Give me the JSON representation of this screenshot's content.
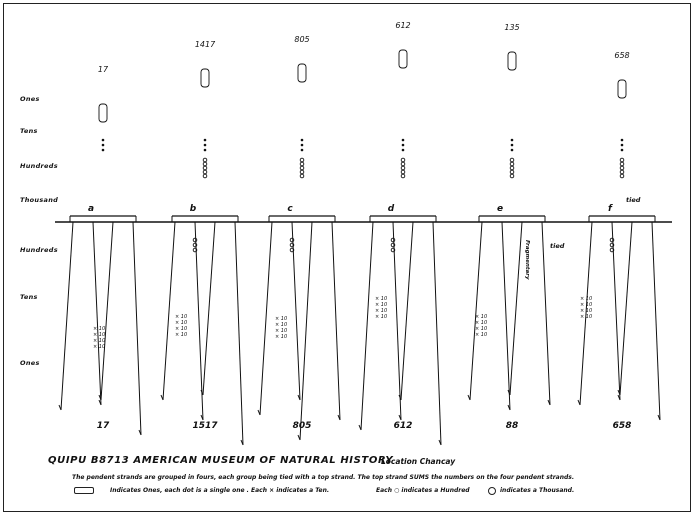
{
  "top_row_labels": {
    "ones": "Ones",
    "tens": "Tens",
    "hundreds": "Hundreds",
    "thousand": "Thousand"
  },
  "bottom_row_labels": {
    "hundreds": "Hundreds",
    "tens": "Tens",
    "ones": "Ones"
  },
  "groups": [
    {
      "letter": "a",
      "top_value": "17",
      "sum_label": "17"
    },
    {
      "letter": "b",
      "top_value": "1417",
      "sum_label": "1517"
    },
    {
      "letter": "c",
      "top_value": "805",
      "sum_label": "805"
    },
    {
      "letter": "d",
      "top_value": "612",
      "sum_label": "612"
    },
    {
      "letter": "e",
      "top_value": "135",
      "sum_label": "88"
    },
    {
      "letter": "f",
      "top_value": "658",
      "sum_label": "658"
    }
  ],
  "annotations": {
    "fragmentary": "Fragmentary",
    "tied": "tied"
  },
  "title": "QUIPU   B8713  AMERICAN MUSEUM OF NATURAL HISTORY",
  "location": "Location Chancay",
  "caption_line1": "The pendent strands are grouped in fours, each group being tied with a top strand. The top strand SUMS the numbers on the four pendent strands.",
  "legend": {
    "ones": "Indicates Ones, each dot is a single one .  Each × indicates a Ten.",
    "hundred": "Each ○ indicates a Hundred",
    "thousand": "indicates a Thousand."
  }
}
